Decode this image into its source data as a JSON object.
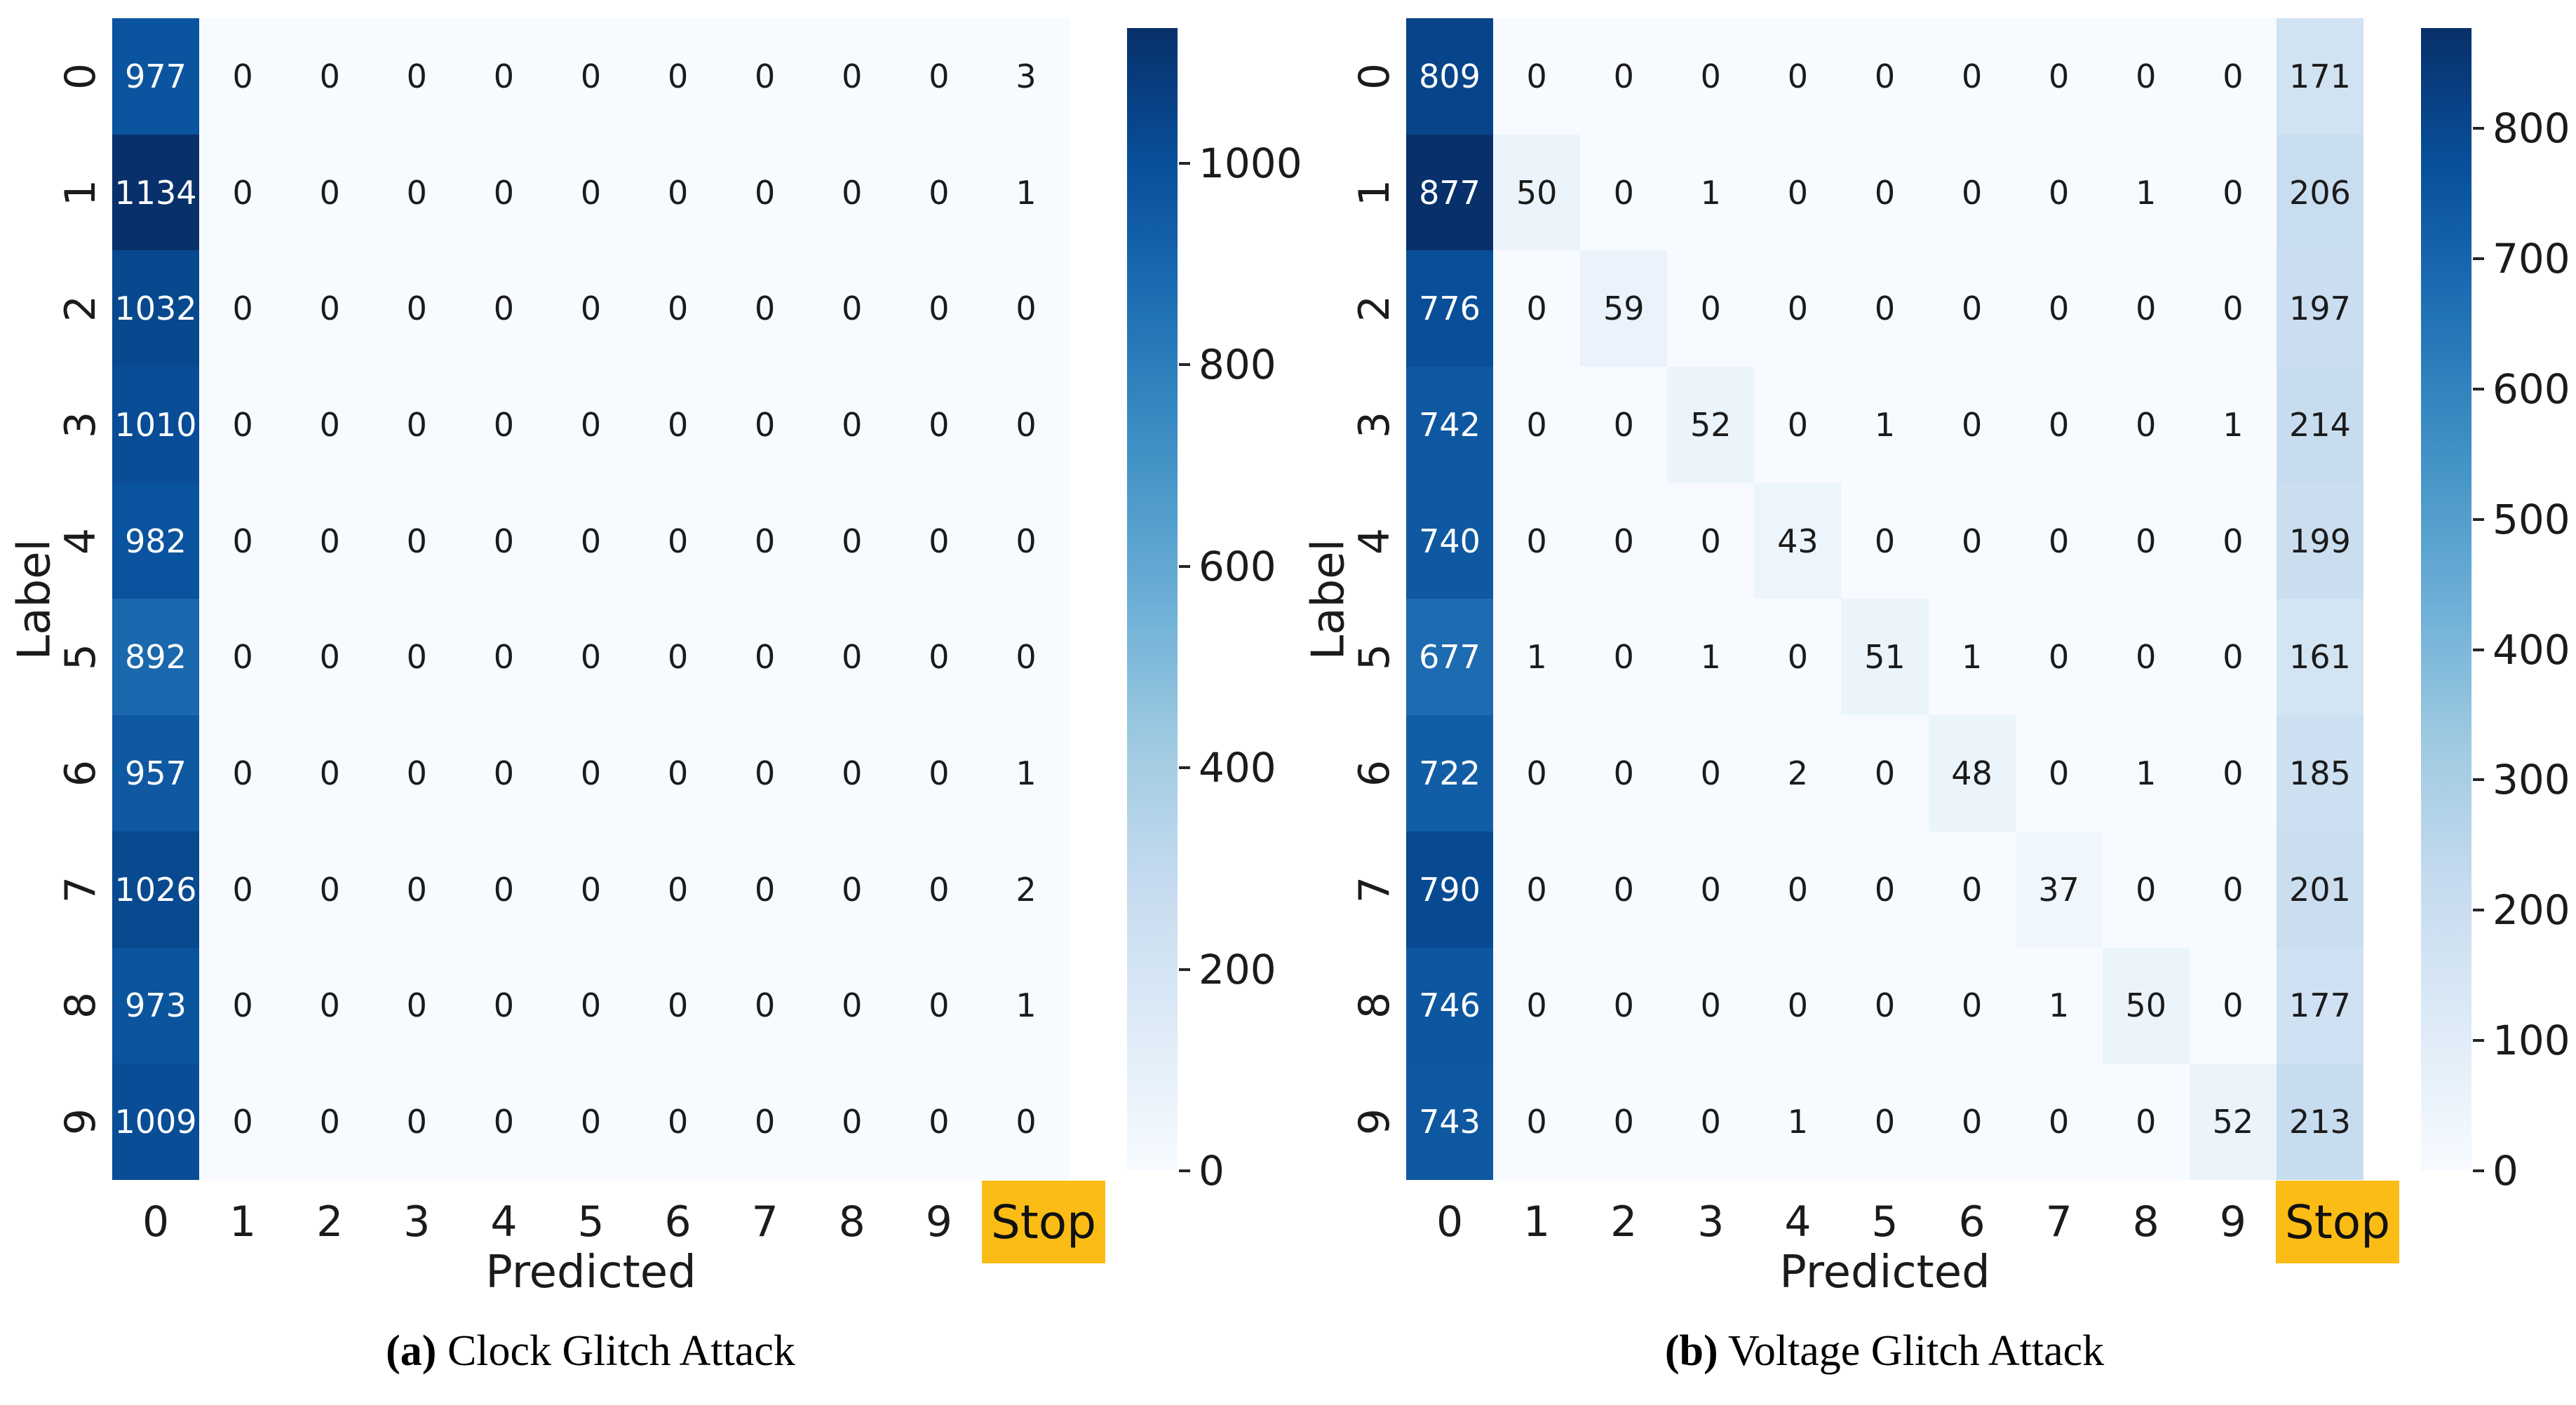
{
  "chart_data": [
    {
      "type": "heatmap",
      "subplot": "a",
      "caption_label": "(a)",
      "caption_text": " Clock Glitch Attack",
      "xlabel": "Predicted",
      "ylabel": "Label",
      "x_tick_labels": [
        "0",
        "1",
        "2",
        "3",
        "4",
        "5",
        "6",
        "7",
        "8",
        "9",
        "Stop"
      ],
      "y_tick_labels": [
        "0",
        "1",
        "2",
        "3",
        "4",
        "5",
        "6",
        "7",
        "8",
        "9"
      ],
      "colormap": "Blues",
      "vmin": 0,
      "vmax": 1134,
      "colorbar_ticks": [
        0,
        200,
        400,
        600,
        800,
        1000
      ],
      "stop_tick_bg": "#FBBC15",
      "values": [
        [
          977,
          0,
          0,
          0,
          0,
          0,
          0,
          0,
          0,
          0,
          3
        ],
        [
          1134,
          0,
          0,
          0,
          0,
          0,
          0,
          0,
          0,
          0,
          1
        ],
        [
          1032,
          0,
          0,
          0,
          0,
          0,
          0,
          0,
          0,
          0,
          0
        ],
        [
          1010,
          0,
          0,
          0,
          0,
          0,
          0,
          0,
          0,
          0,
          0
        ],
        [
          982,
          0,
          0,
          0,
          0,
          0,
          0,
          0,
          0,
          0,
          0
        ],
        [
          892,
          0,
          0,
          0,
          0,
          0,
          0,
          0,
          0,
          0,
          0
        ],
        [
          957,
          0,
          0,
          0,
          0,
          0,
          0,
          0,
          0,
          0,
          1
        ],
        [
          1026,
          0,
          0,
          0,
          0,
          0,
          0,
          0,
          0,
          0,
          2
        ],
        [
          973,
          0,
          0,
          0,
          0,
          0,
          0,
          0,
          0,
          0,
          1
        ],
        [
          1009,
          0,
          0,
          0,
          0,
          0,
          0,
          0,
          0,
          0,
          0
        ]
      ]
    },
    {
      "type": "heatmap",
      "subplot": "b",
      "caption_label": "(b)",
      "caption_text": " Voltage Glitch Attack",
      "xlabel": "Predicted",
      "ylabel": "Label",
      "x_tick_labels": [
        "0",
        "1",
        "2",
        "3",
        "4",
        "5",
        "6",
        "7",
        "8",
        "9",
        "Stop"
      ],
      "y_tick_labels": [
        "0",
        "1",
        "2",
        "3",
        "4",
        "5",
        "6",
        "7",
        "8",
        "9"
      ],
      "colormap": "Blues",
      "vmin": 0,
      "vmax": 877,
      "colorbar_ticks": [
        0,
        100,
        200,
        300,
        400,
        500,
        600,
        700,
        800
      ],
      "stop_tick_bg": "#FBBC15",
      "values": [
        [
          809,
          0,
          0,
          0,
          0,
          0,
          0,
          0,
          0,
          0,
          171
        ],
        [
          877,
          50,
          0,
          1,
          0,
          0,
          0,
          0,
          1,
          0,
          206
        ],
        [
          776,
          0,
          59,
          0,
          0,
          0,
          0,
          0,
          0,
          0,
          197
        ],
        [
          742,
          0,
          0,
          52,
          0,
          1,
          0,
          0,
          0,
          1,
          214
        ],
        [
          740,
          0,
          0,
          0,
          43,
          0,
          0,
          0,
          0,
          0,
          199
        ],
        [
          677,
          1,
          0,
          1,
          0,
          51,
          1,
          0,
          0,
          0,
          161
        ],
        [
          722,
          0,
          0,
          0,
          2,
          0,
          48,
          0,
          1,
          0,
          185
        ],
        [
          790,
          0,
          0,
          0,
          0,
          0,
          0,
          37,
          0,
          0,
          201
        ],
        [
          746,
          0,
          0,
          0,
          0,
          0,
          0,
          1,
          50,
          0,
          177
        ],
        [
          743,
          0,
          0,
          0,
          1,
          0,
          0,
          0,
          0,
          52,
          213
        ]
      ]
    }
  ],
  "colors": {
    "annotation_light": "#ffffff",
    "annotation_dark": "#1b1b1b",
    "stop_background": "#FBBC15",
    "colormap_min": "#f7fbff",
    "colormap_max": "#08306b"
  }
}
